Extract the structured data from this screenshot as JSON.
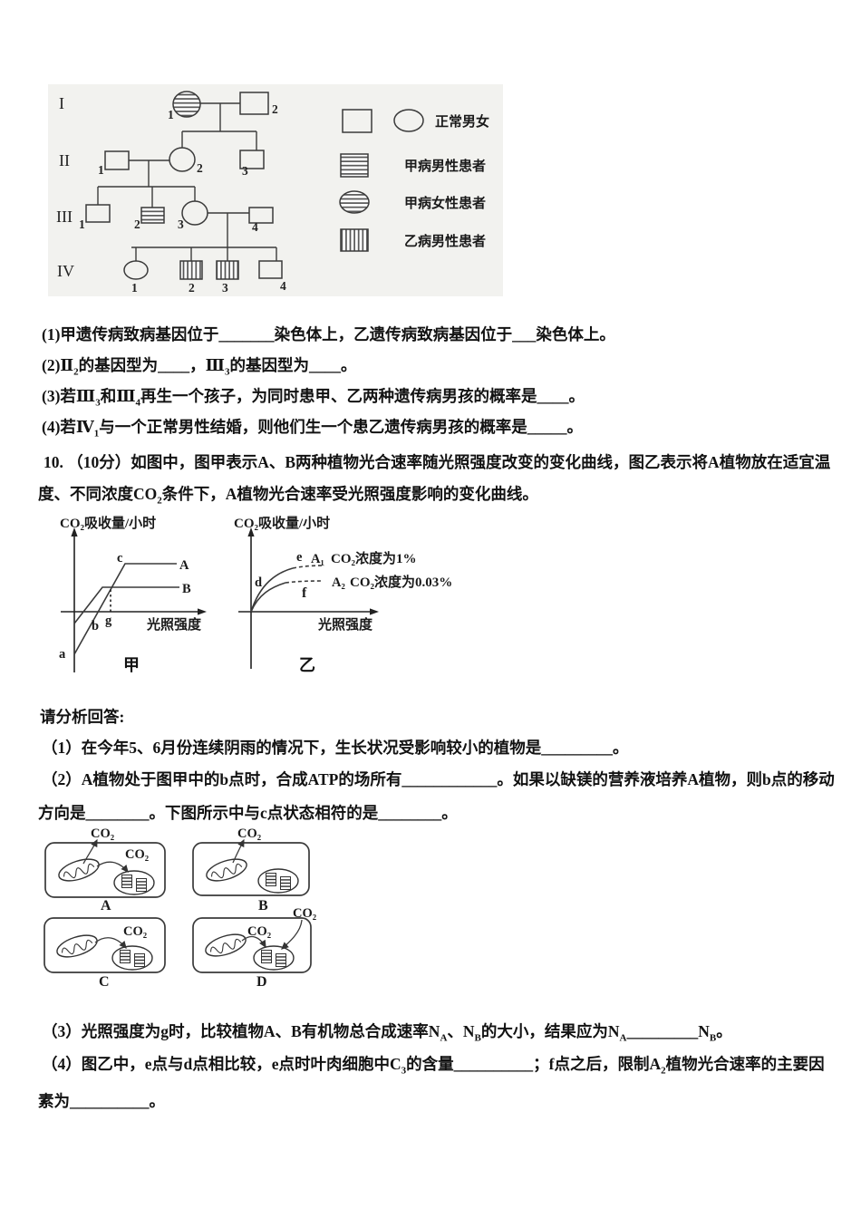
{
  "page": {
    "background": "#ffffff",
    "ink": "#1a1a1a"
  },
  "pedigree": {
    "gen_labels": [
      "I",
      "II",
      "III",
      "IV"
    ],
    "nums": {
      "i1": "1",
      "i2": "2",
      "ii1": "1",
      "ii2": "2",
      "ii3": "3",
      "iii1": "1",
      "iii2": "2",
      "iii3": "3",
      "iii4": "4",
      "iv1": "1",
      "iv2": "2",
      "iv3": "3",
      "iv4": "4"
    },
    "legend": {
      "normal": "正常男女",
      "male_a": "甲病男性患者",
      "female_a": "甲病女性患者",
      "male_b": "乙病男性患者"
    }
  },
  "q9": {
    "parts": [
      "(1)甲遗传病致病基因位于_______染色体上，乙遗传病致病基因位于___染色体上。",
      "(2)Ⅱ<sub>2</sub>的基因型为____，Ⅲ<sub>3</sub>的基因型为____。",
      "(3)若Ⅲ<sub>3</sub>和Ⅲ<sub>4</sub>再生一个孩子，为同时患甲、乙两种遗传病男孩的概率是____。",
      "(4)若Ⅳ<sub>1</sub>与一个正常男性结婚，则他们生一个患乙遗传病男孩的概率是_____。"
    ]
  },
  "q10": {
    "intro_lines": [
      "10. （10分）如图中，图甲表示A、B两种植物光合速率随光照强度改变的变化曲线，图乙表示将A植物放在适宜温",
      "度、不同浓度CO<sub>2</sub>条件下，A植物光合速率受光照强度影响的变化曲线。"
    ],
    "analysis_prompt": "请分析回答:",
    "p1": "（1）在今年5、6月份连续阴雨的情况下，生长状况受影响较小的植物是_________。",
    "p2_lines": [
      "（2）A植物处于图甲中的b点时，合成ATP的场所有____________。如果以缺镁的营养液培养A植物，则b点的移动",
      "方向是________。下图所示中与c点状态相符的是________。"
    ],
    "p3": "（3）光照强度为g时，比较植物A、B有机物总合成速率N<sub>A</sub>、N<sub>B</sub>的大小，结果应为N<sub>A</sub>_________N<sub>B</sub>。",
    "p4_lines": [
      "（4）图乙中，e点与d点相比较，e点时叶肉细胞中C<sub>3</sub>的含量__________；f点之后，限制A<sub>2</sub>植物光合速率的主要因",
      "素为__________。"
    ]
  },
  "fig_jia": {
    "y_label": "CO₂吸收量/小时",
    "x_label": "光照强度",
    "caption": "甲",
    "line_a": "A",
    "line_b": "B",
    "pt_a": "a",
    "pt_b": "b",
    "pt_c": "c",
    "pt_g": "g"
  },
  "fig_yi": {
    "y_label": "CO₂吸收量/小时",
    "x_label": "光照强度",
    "caption": "乙",
    "pt_e": "e",
    "pt_d": "d",
    "pt_f": "f",
    "curve1": "A₁",
    "curve1_desc": "CO₂浓度为1%",
    "curve2": "A₂",
    "curve2_desc": "CO₂浓度为0.03%"
  },
  "cells": {
    "co2": "CO₂",
    "labels": [
      "A",
      "B",
      "C",
      "D"
    ]
  }
}
